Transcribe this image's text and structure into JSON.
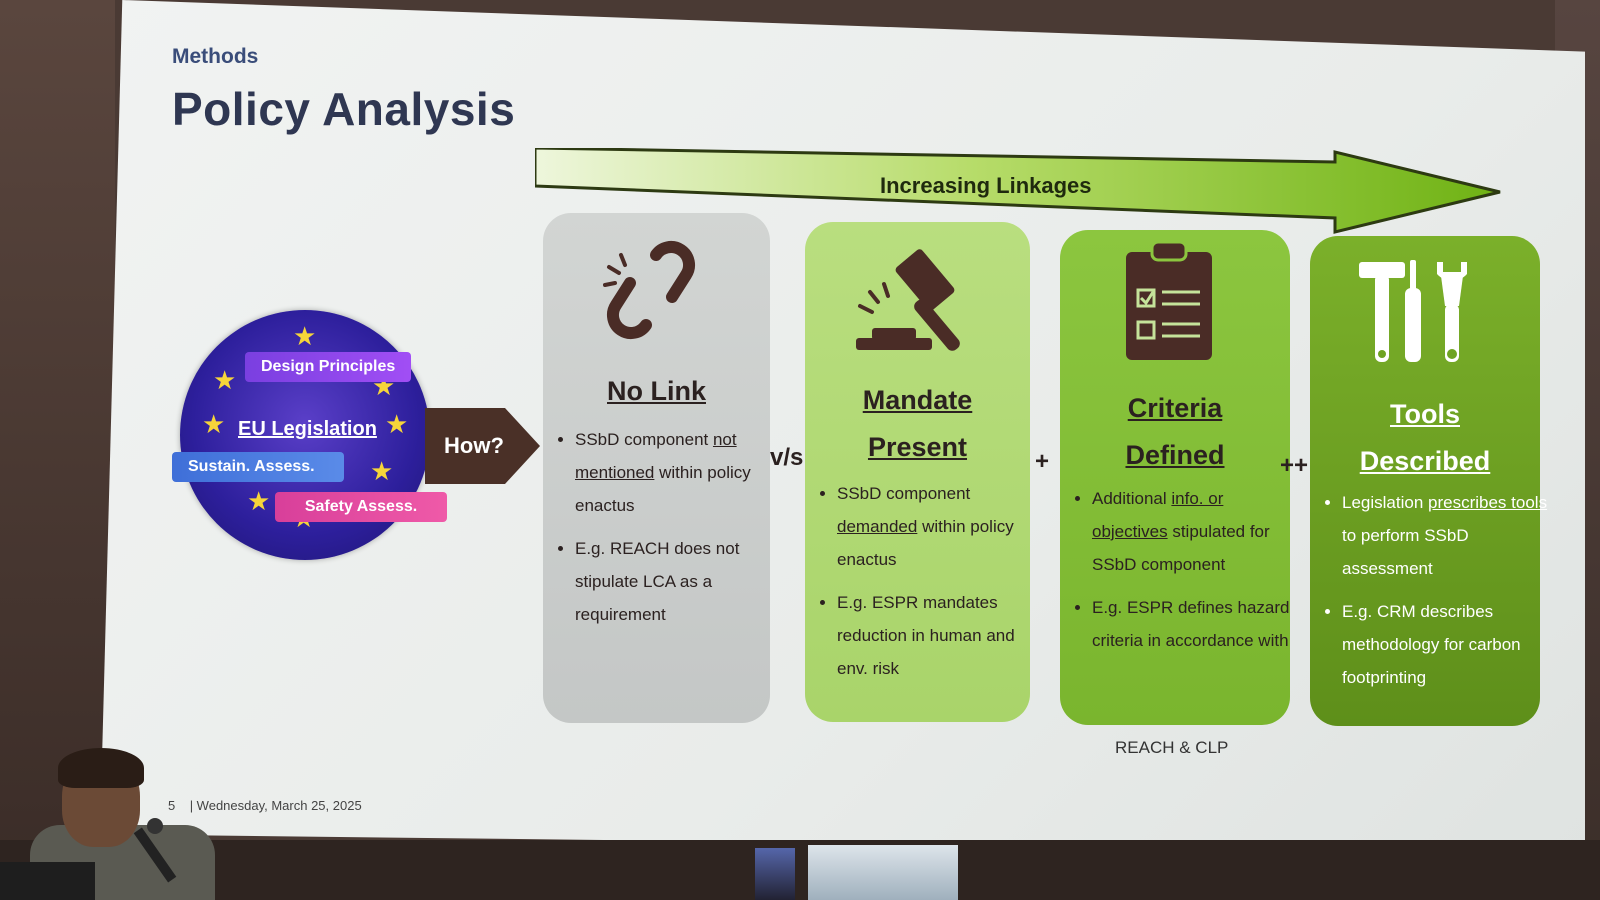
{
  "slide": {
    "section": "Methods",
    "title": "Policy Analysis",
    "arrow_label": "Increasing Linkages",
    "footer_page": "5",
    "footer_date": "| Wednesday, March 25, 2025"
  },
  "eu_circle": {
    "design": "Design Principles",
    "legislation": "EU Legislation",
    "sustain": "Sustain. Assess.",
    "safety": "Safety Assess.",
    "how": "How?"
  },
  "separators": {
    "vs": "v/s",
    "plus": "+",
    "plusplus": "++"
  },
  "cards": [
    {
      "title1": "No Link",
      "title2": "",
      "icon": "broken-link-icon",
      "b1_pre": "SSbD component ",
      "b1_u": "not mentioned",
      "b1_post": " within policy enactus",
      "b2": "E.g. REACH does not stipulate LCA as a requirement"
    },
    {
      "title1": "Mandate",
      "title2": "Present",
      "icon": "gavel-icon",
      "b1_pre": "SSbD component ",
      "b1_u": "demanded",
      "b1_post": " within policy enactus",
      "b2": "E.g. ESPR mandates reduction in human and env. risk"
    },
    {
      "title1": "Criteria",
      "title2": "Defined",
      "icon": "clipboard-checklist-icon",
      "b1_pre": "Additional ",
      "b1_u": "info. or objectives",
      "b1_post": " stipulated for SSbD component",
      "b2": "E.g. ESPR defines hazard criteria in accordance with"
    },
    {
      "title1": "Tools",
      "title2": "Described",
      "icon": "tools-icon",
      "b1_pre": "Legislation ",
      "b1_u": "prescribes tools",
      "b1_post": " to perform SSbD assessment",
      "b2": "E.g. CRM describes methodology for carbon footprinting"
    }
  ],
  "footnote": "REACH & CLP",
  "colors": {
    "title": "#2f3752",
    "arrow_green": "#7bbf1e",
    "card1": "#c9cccb",
    "card2": "#b2da75",
    "card3": "#84bf35",
    "card4": "#6ea322",
    "eu_blue": "#2d1f9c",
    "star": "#f6d53a"
  }
}
